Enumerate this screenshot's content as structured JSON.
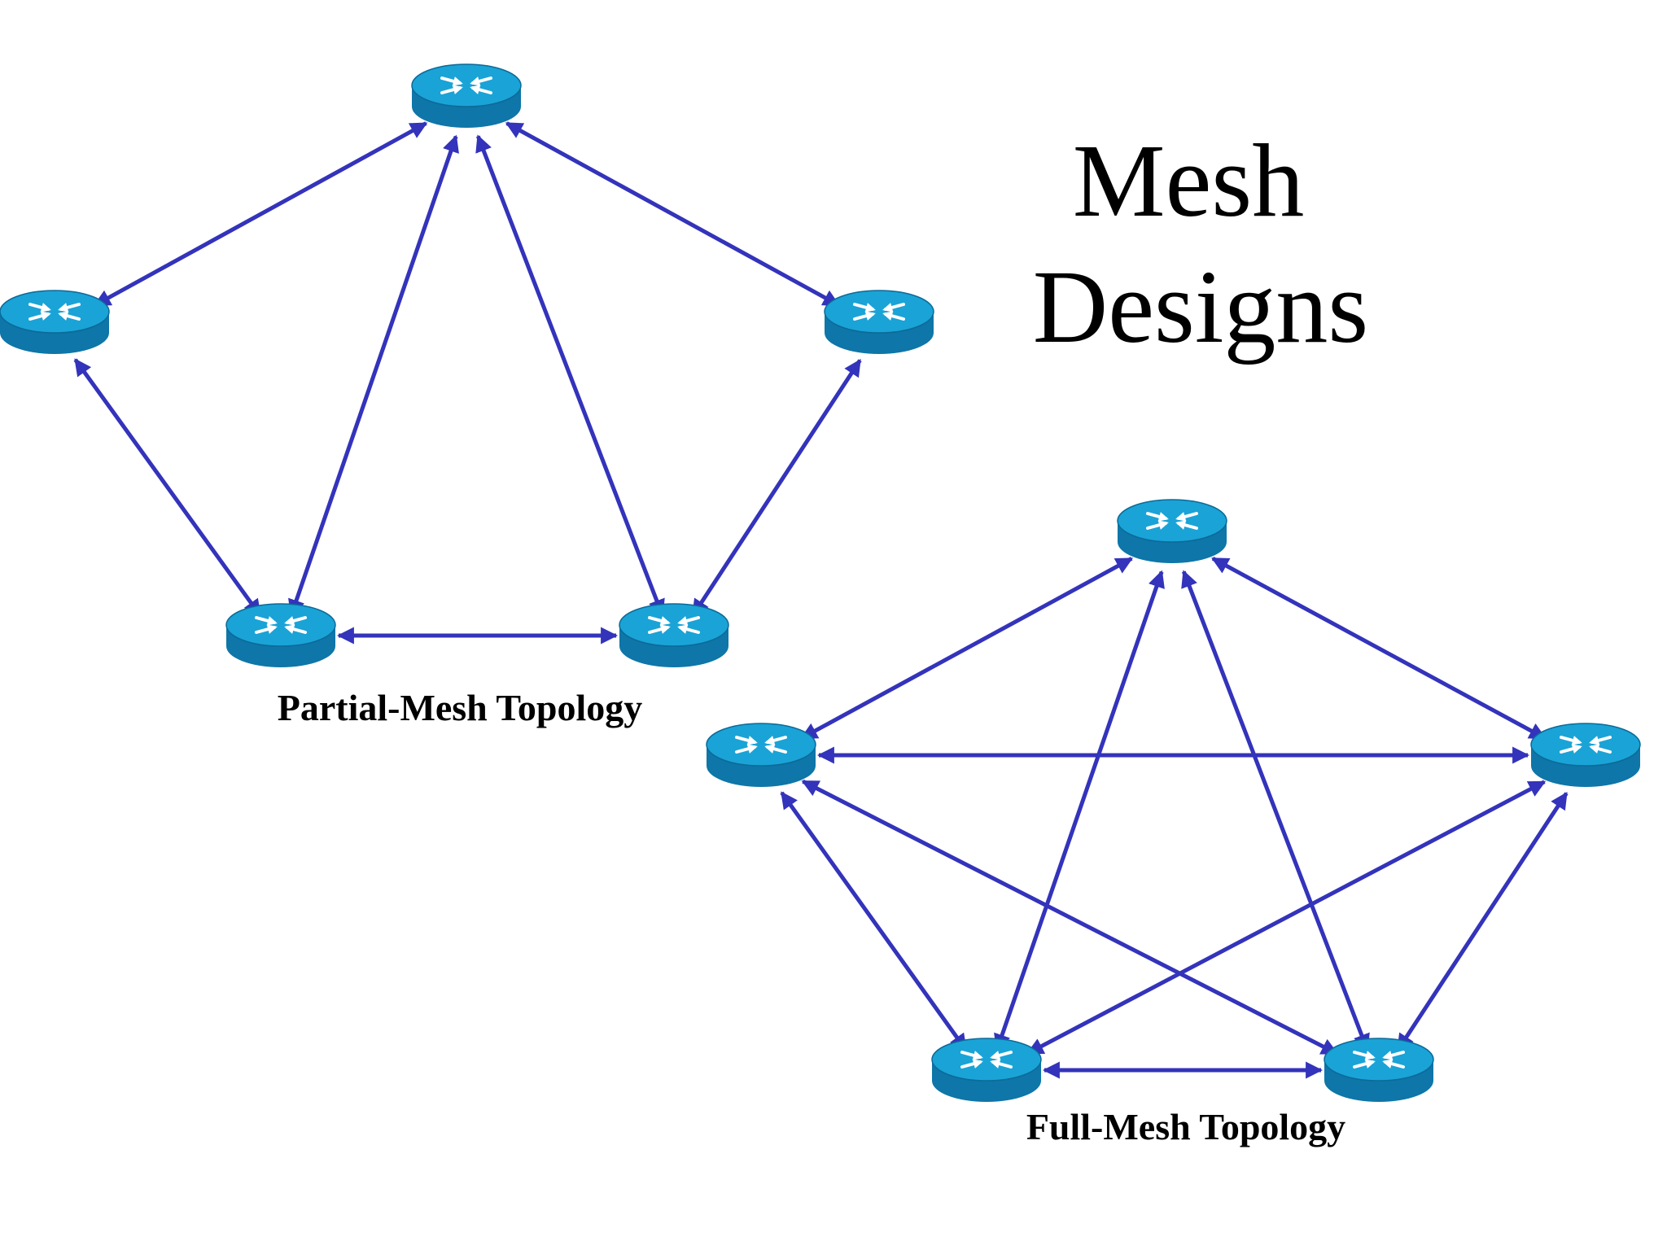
{
  "title": {
    "lines": [
      "Mesh",
      "Designs"
    ]
  },
  "colors": {
    "link": "#3333bb",
    "router_top": "#1aa3d6",
    "router_side": "#0e76a8",
    "router_glyph": "#ffffff",
    "text": "#000000"
  },
  "icons": {
    "router": "router-icon"
  },
  "diagrams": [
    {
      "id": "partial",
      "caption": "Partial-Mesh Topology",
      "routers": [
        "top",
        "left",
        "right",
        "bottom-left",
        "bottom-right"
      ],
      "links": [
        [
          "top",
          "left"
        ],
        [
          "top",
          "right"
        ],
        [
          "top",
          "bottom-left"
        ],
        [
          "top",
          "bottom-right"
        ],
        [
          "left",
          "bottom-left"
        ],
        [
          "right",
          "bottom-right"
        ],
        [
          "bottom-left",
          "bottom-right"
        ]
      ]
    },
    {
      "id": "full",
      "caption": "Full-Mesh Topology",
      "routers": [
        "top",
        "left",
        "right",
        "bottom-left",
        "bottom-right"
      ],
      "links": [
        [
          "top",
          "left"
        ],
        [
          "top",
          "right"
        ],
        [
          "top",
          "bottom-left"
        ],
        [
          "top",
          "bottom-right"
        ],
        [
          "left",
          "right"
        ],
        [
          "left",
          "bottom-left"
        ],
        [
          "left",
          "bottom-right"
        ],
        [
          "right",
          "bottom-left"
        ],
        [
          "right",
          "bottom-right"
        ],
        [
          "bottom-left",
          "bottom-right"
        ]
      ]
    }
  ]
}
